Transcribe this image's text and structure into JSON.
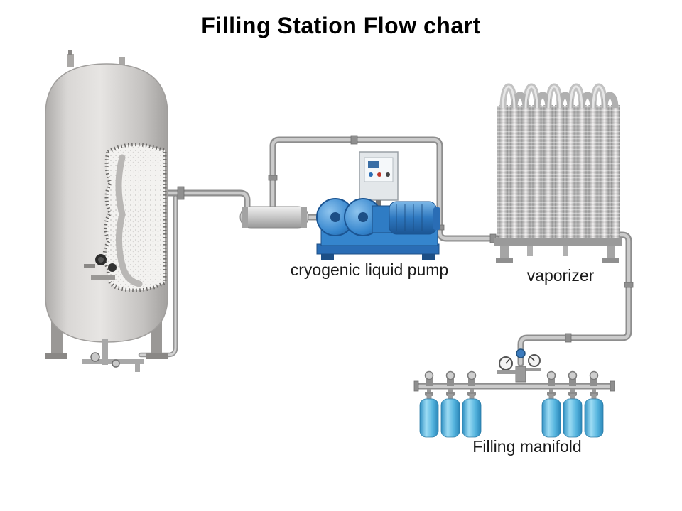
{
  "title": "Filling Station Flow chart",
  "labels": {
    "pump": "cryogenic liquid pump",
    "vaporizer": "vaporizer",
    "manifold": "Filling manifold"
  },
  "diagram": {
    "type": "process-flow",
    "nodes": [
      "cryogenic storage tank",
      "cryogenic liquid pump",
      "vaporizer",
      "filling manifold"
    ],
    "flow": [
      "storage tank -> cryogenic liquid pump",
      "cryogenic liquid pump -> vaporizer",
      "vaporizer -> filling manifold"
    ],
    "cylinder_count": 6
  },
  "colors": {
    "background": "#ffffff",
    "title_text": "#000000",
    "label_text": "#1b1b1b",
    "tank_gray": "#d5d3d1",
    "pump_blue": "#2e78c0",
    "cylinder_blue": "#55b4de",
    "pipe_gray": "#b3b3b3"
  }
}
